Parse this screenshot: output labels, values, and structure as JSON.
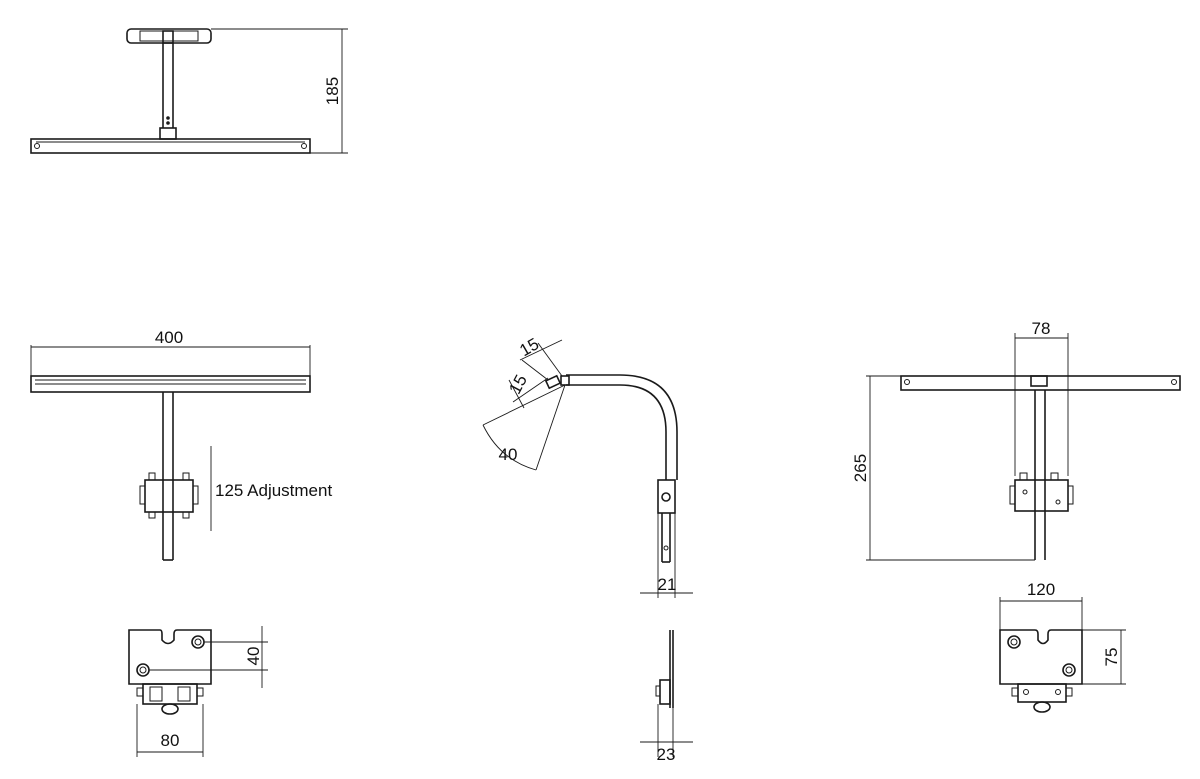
{
  "dimensions": {
    "side_height": "185",
    "front_width": "400",
    "adjustment": "125 Adjustment",
    "bracket_hole_spacing": "40",
    "bracket_width_front": "80",
    "head_offset_a": "15",
    "head_offset_b": "15",
    "head_angle": "40",
    "arm_depth": "21",
    "bracket_depth": "23",
    "top_bracket_width": "78",
    "side_height_total": "265",
    "bracket_width_side": "120",
    "bracket_height_side": "75"
  }
}
